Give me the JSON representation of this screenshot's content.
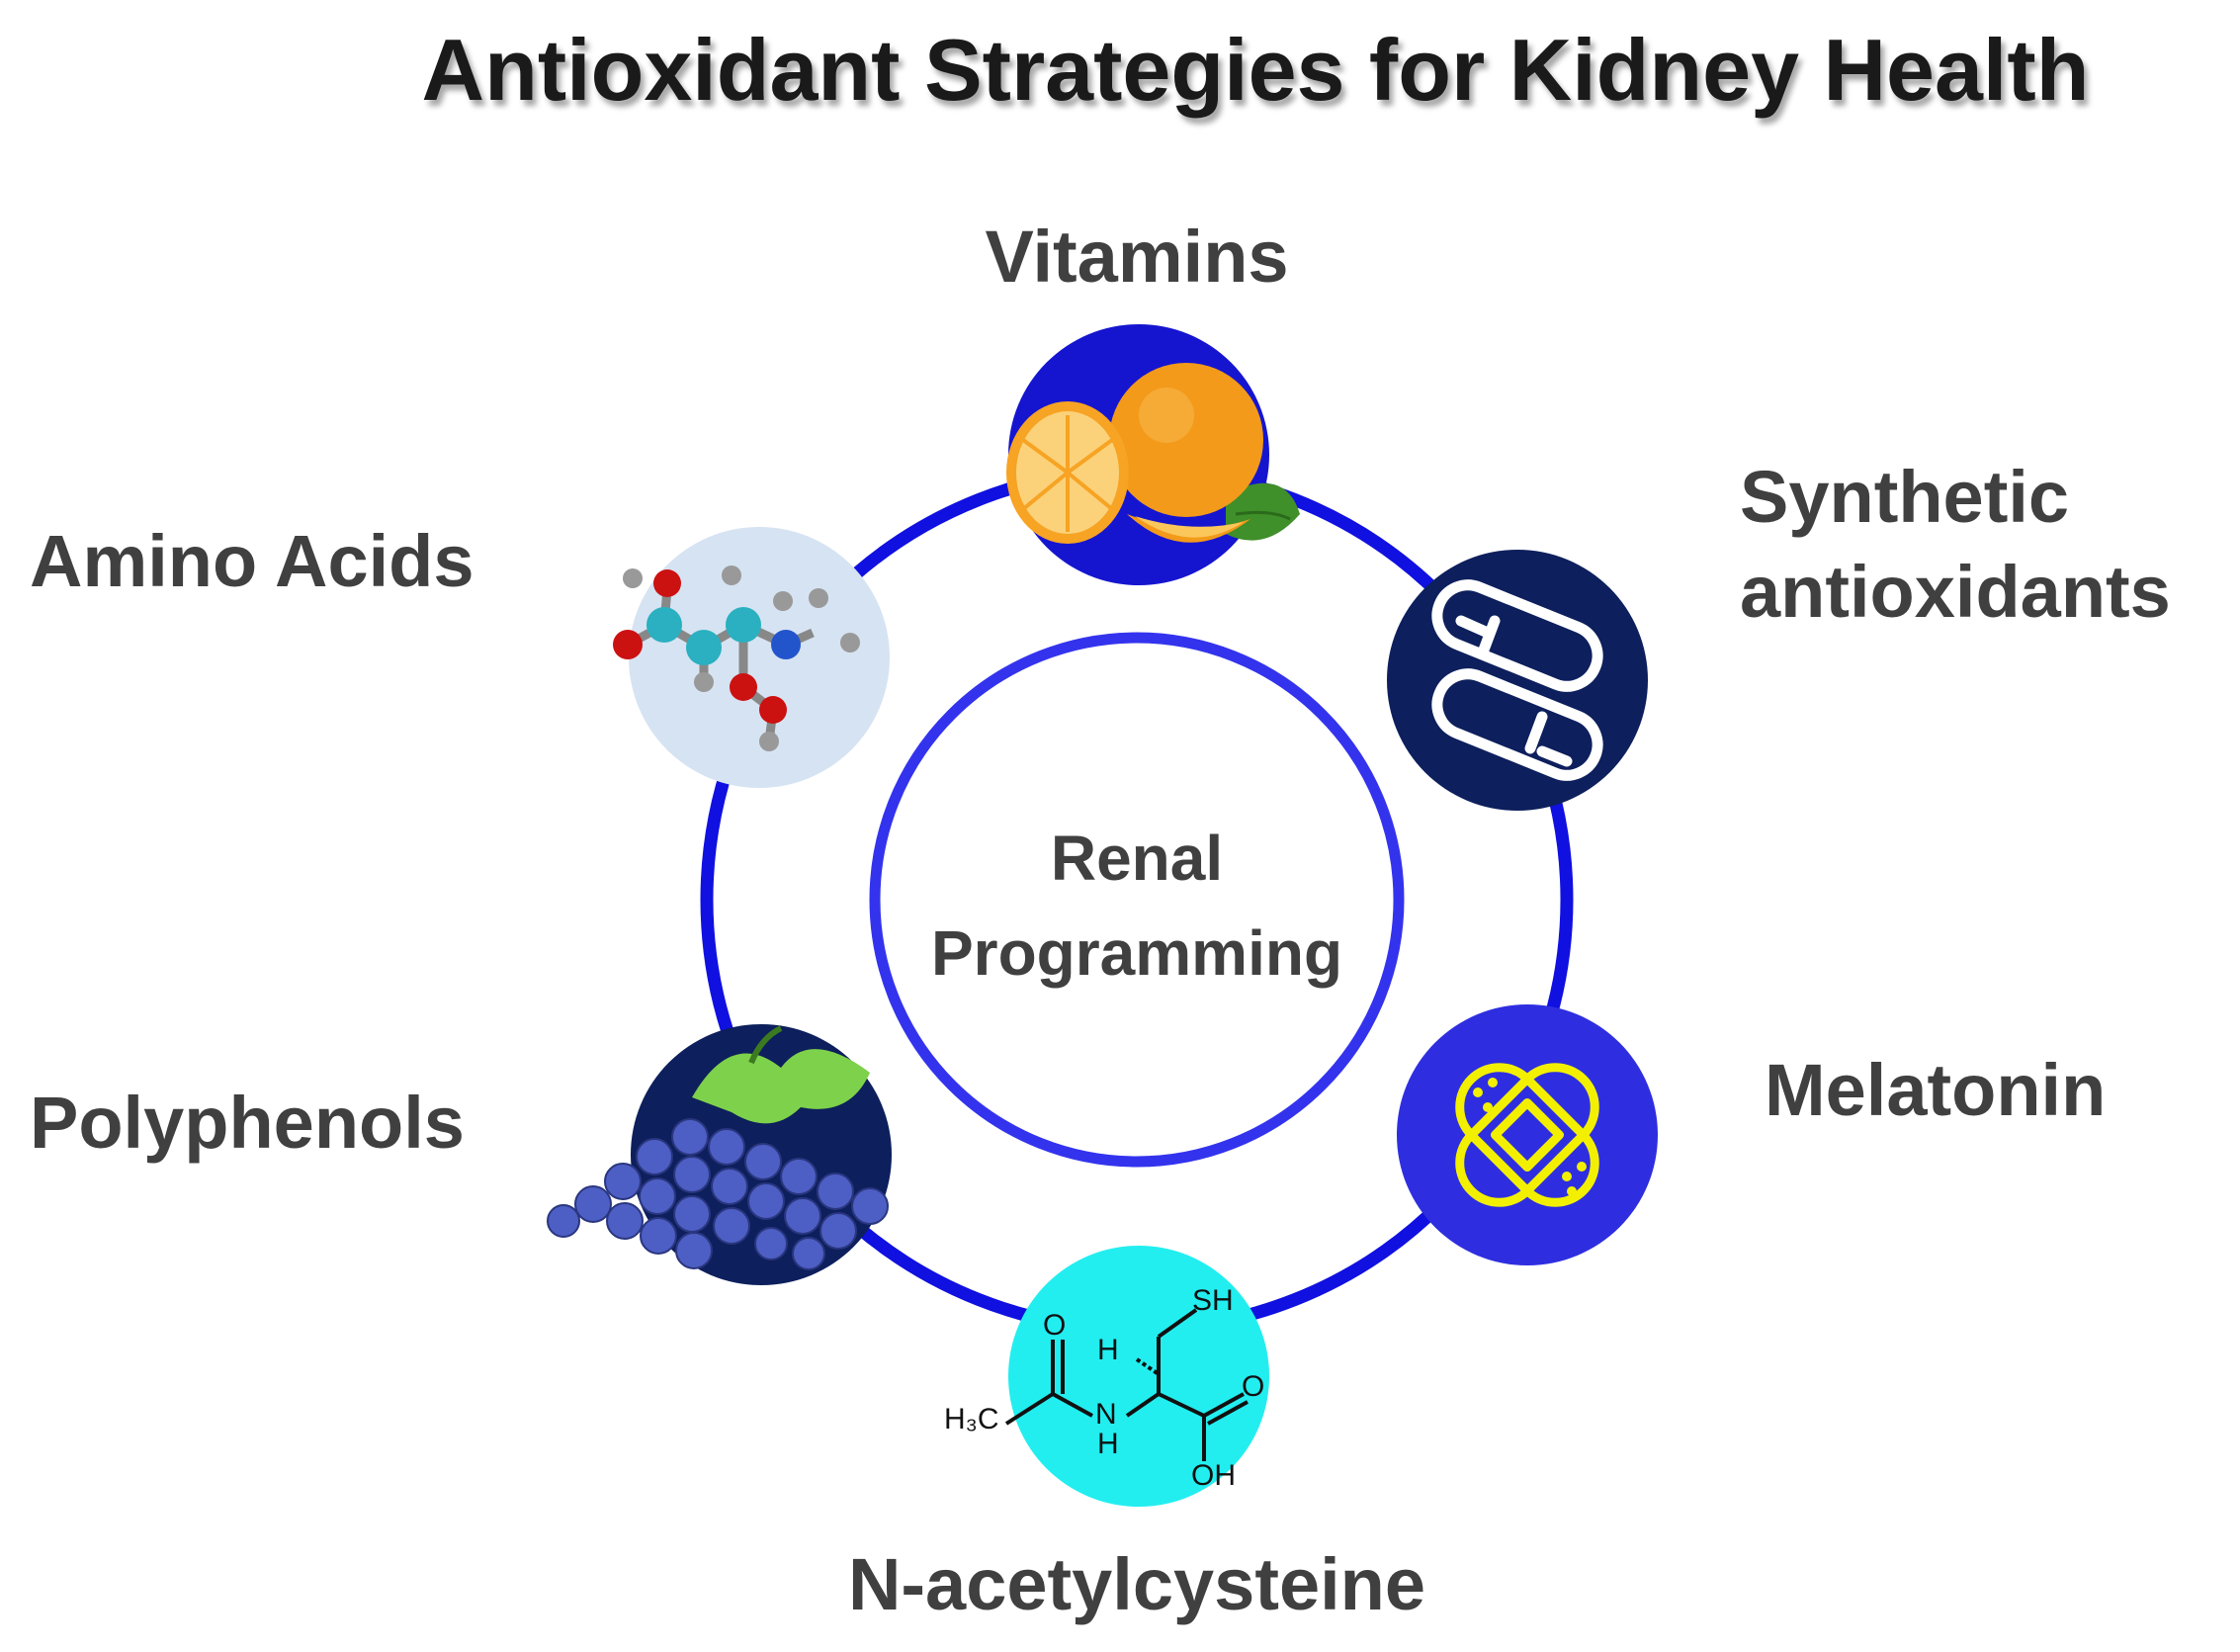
{
  "title": "Antioxidant Strategies for Kidney Health",
  "center": {
    "line1": "Renal",
    "line2": "Programming"
  },
  "nodes": {
    "vitamins": {
      "label": "Vitamins",
      "icon": "orange-fruit-icon"
    },
    "synthetic": {
      "label_line1": "Synthetic",
      "label_line2": "antioxidants",
      "icon": "capsule-pills-icon"
    },
    "melatonin": {
      "label": "Melatonin",
      "icon": "bandage-icon"
    },
    "nac": {
      "label": "N-acetylcysteine",
      "icon": "nac-molecule-structure-icon",
      "atoms": {
        "sh": "SH",
        "h": "H",
        "o_top": "O",
        "o_right": "O",
        "oh": "OH",
        "nh_n": "N",
        "nh_h": "H",
        "ch3": "H₃C"
      }
    },
    "polyphenols": {
      "label": "Polyphenols",
      "icon": "grapes-icon"
    },
    "amino": {
      "label": "Amino Acids",
      "icon": "ball-and-stick-molecule-icon"
    }
  },
  "colors": {
    "ring": "#1010e0",
    "vitamins_bg": "#1515d0",
    "synthetic_bg": "#0d1f5c",
    "melatonin_bg": "#2e2ee0",
    "nac_bg": "#22eef0",
    "polyphenols_bg": "#0d1f5c",
    "amino_bg": "#d6e3f2",
    "label": "#404040"
  }
}
